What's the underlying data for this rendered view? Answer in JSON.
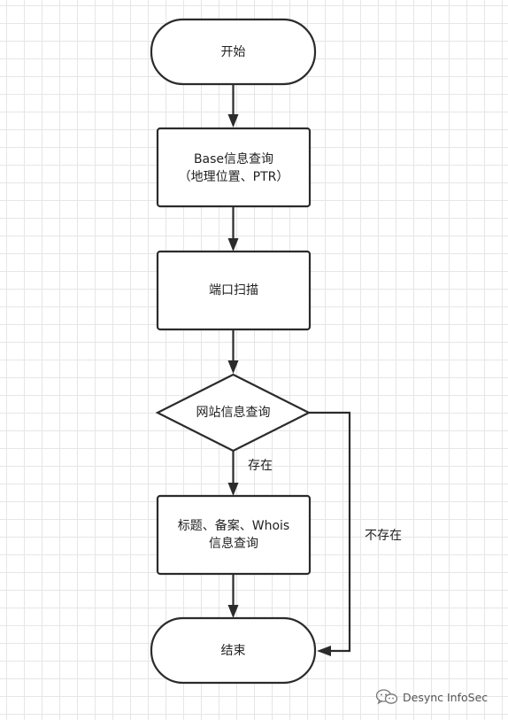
{
  "nodes": {
    "start": {
      "label": "开始"
    },
    "base_query": {
      "lines": [
        "Base信息查询",
        "（地理位置、PTR）"
      ]
    },
    "port_scan": {
      "label": "端口扫描"
    },
    "website_check": {
      "label": "网站信息查询"
    },
    "title_query": {
      "lines": [
        "标题、备案、Whois",
        "信息查询"
      ]
    },
    "end": {
      "label": "结束"
    }
  },
  "edges": {
    "exists": {
      "label": "存在"
    },
    "not_exists": {
      "label": "不存在"
    }
  },
  "watermark": {
    "text": "Desync InfoSec",
    "icon": "wechat-icon"
  }
}
